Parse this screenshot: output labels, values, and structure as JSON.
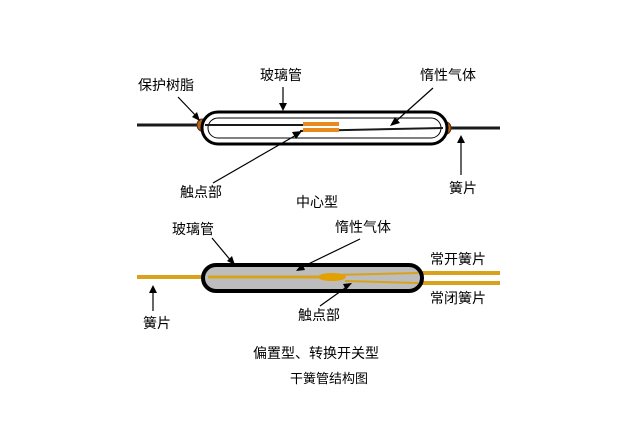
{
  "top_diagram": {
    "labels": {
      "resin": "保护树脂",
      "glass_tube": "玻璃管",
      "inert_gas": "惰性气体",
      "contact": "触点部",
      "reed": "簧片"
    },
    "type_caption": "中心型"
  },
  "bottom_diagram": {
    "labels": {
      "glass_tube": "玻璃管",
      "inert_gas": "惰性气体",
      "no_reed": "常开簧片",
      "nc_reed": "常闭簧片",
      "reed": "簧片",
      "contact": "触点部"
    },
    "type_caption": "偏置型、转换开关型"
  },
  "figure_title": "干簧管结构图",
  "colors": {
    "lead": "#1a1a1a",
    "gold_reed": "#d9a21b",
    "contact": "#e88a1c",
    "resin": "#b5651d",
    "glass_fill": "#bdbdbd",
    "glass_outline": "#000000"
  }
}
